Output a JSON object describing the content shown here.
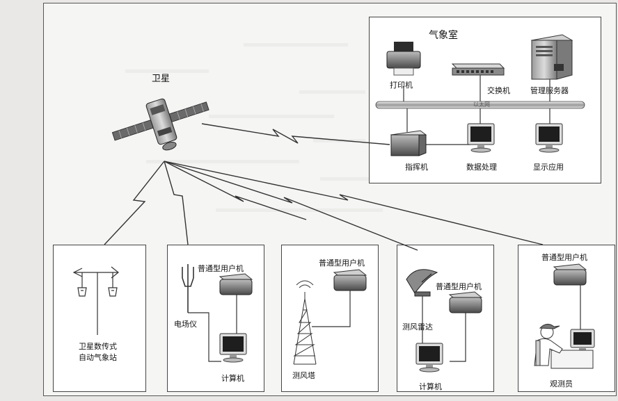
{
  "labels": {
    "satellite": "卫星",
    "weather_room": "气象室",
    "printer": "打印机",
    "switch": "交换机",
    "mgmt_server": "管理服务器",
    "bus_line": "以太网",
    "command_unit": "指挥机",
    "data_processing": "数据处理",
    "display_app": "显示应用",
    "aws_line1": "卫星数传式",
    "aws_line2": "自动气象站",
    "user_terminal_1": "普通型用户机",
    "efield_meter": "电场仪",
    "computer_1": "计算机",
    "user_terminal_2": "普通型用户机",
    "wind_tower": "测风塔",
    "user_terminal_3": "普通型用户机",
    "wind_radar": "测风雷达",
    "computer_2": "计算机",
    "user_terminal_4": "普通型用户机",
    "observer": "观测员"
  },
  "colors": {
    "line": "#333333",
    "box_border": "#444444",
    "device_dark": "#555555",
    "device_mid": "#8a8a8a",
    "screen": "#1e1e1e",
    "background": "#e9e8e6"
  },
  "icons": [
    "satellite-icon",
    "printer-icon",
    "switch-icon",
    "server-icon",
    "command-unit-icon",
    "monitor-icon",
    "antenna-icon",
    "user-terminal-icon",
    "tower-icon",
    "radar-dish-icon",
    "observer-icon"
  ]
}
